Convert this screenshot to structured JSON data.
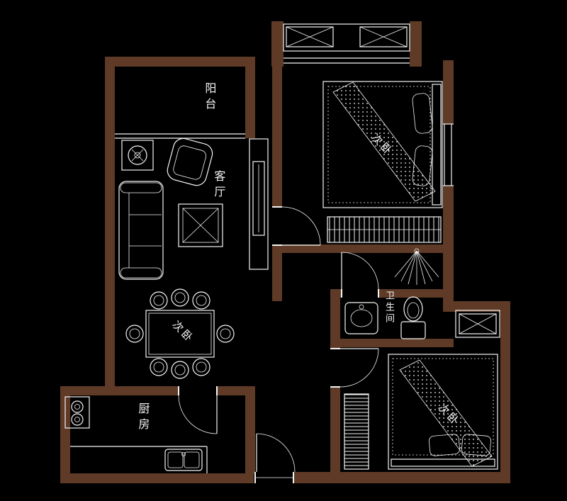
{
  "colors": {
    "background": "#000000",
    "wall": "#5e3a27",
    "line": "#f5f5f5"
  },
  "rooms": {
    "balcony": {
      "label": "阳台"
    },
    "living_room": {
      "label": "客厅"
    },
    "bedroom_top": {
      "label": "次卧"
    },
    "bathroom": {
      "label": "卫生间"
    },
    "dining": {
      "label": "次卧"
    },
    "kitchen": {
      "label": "厨房"
    },
    "bedroom_bottom": {
      "label": "次卧"
    }
  }
}
